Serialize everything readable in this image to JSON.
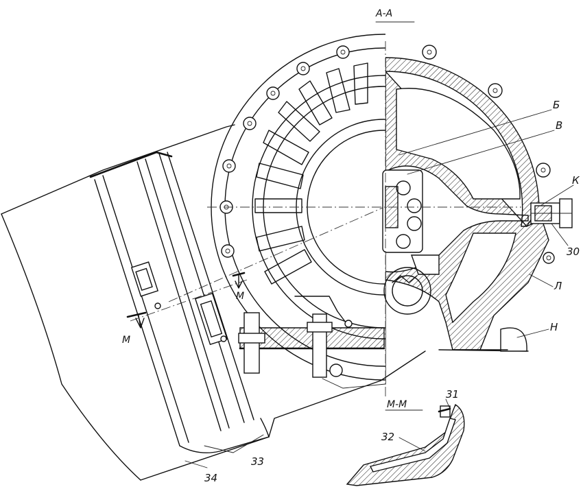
{
  "section_labels": {
    "aa": "A-A",
    "mm": "M-M",
    "m_left": "M",
    "m_right": "M"
  },
  "callouts": [
    {
      "id": "b",
      "text": "Б"
    },
    {
      "id": "v",
      "text": "В"
    },
    {
      "id": "k",
      "text": "К"
    },
    {
      "id": "n30",
      "text": "30"
    },
    {
      "id": "l",
      "text": "Л"
    },
    {
      "id": "n",
      "text": "Н"
    },
    {
      "id": "n31",
      "text": "31"
    },
    {
      "id": "n32",
      "text": "32"
    },
    {
      "id": "n33",
      "text": "33"
    },
    {
      "id": "n34",
      "text": "34"
    }
  ]
}
